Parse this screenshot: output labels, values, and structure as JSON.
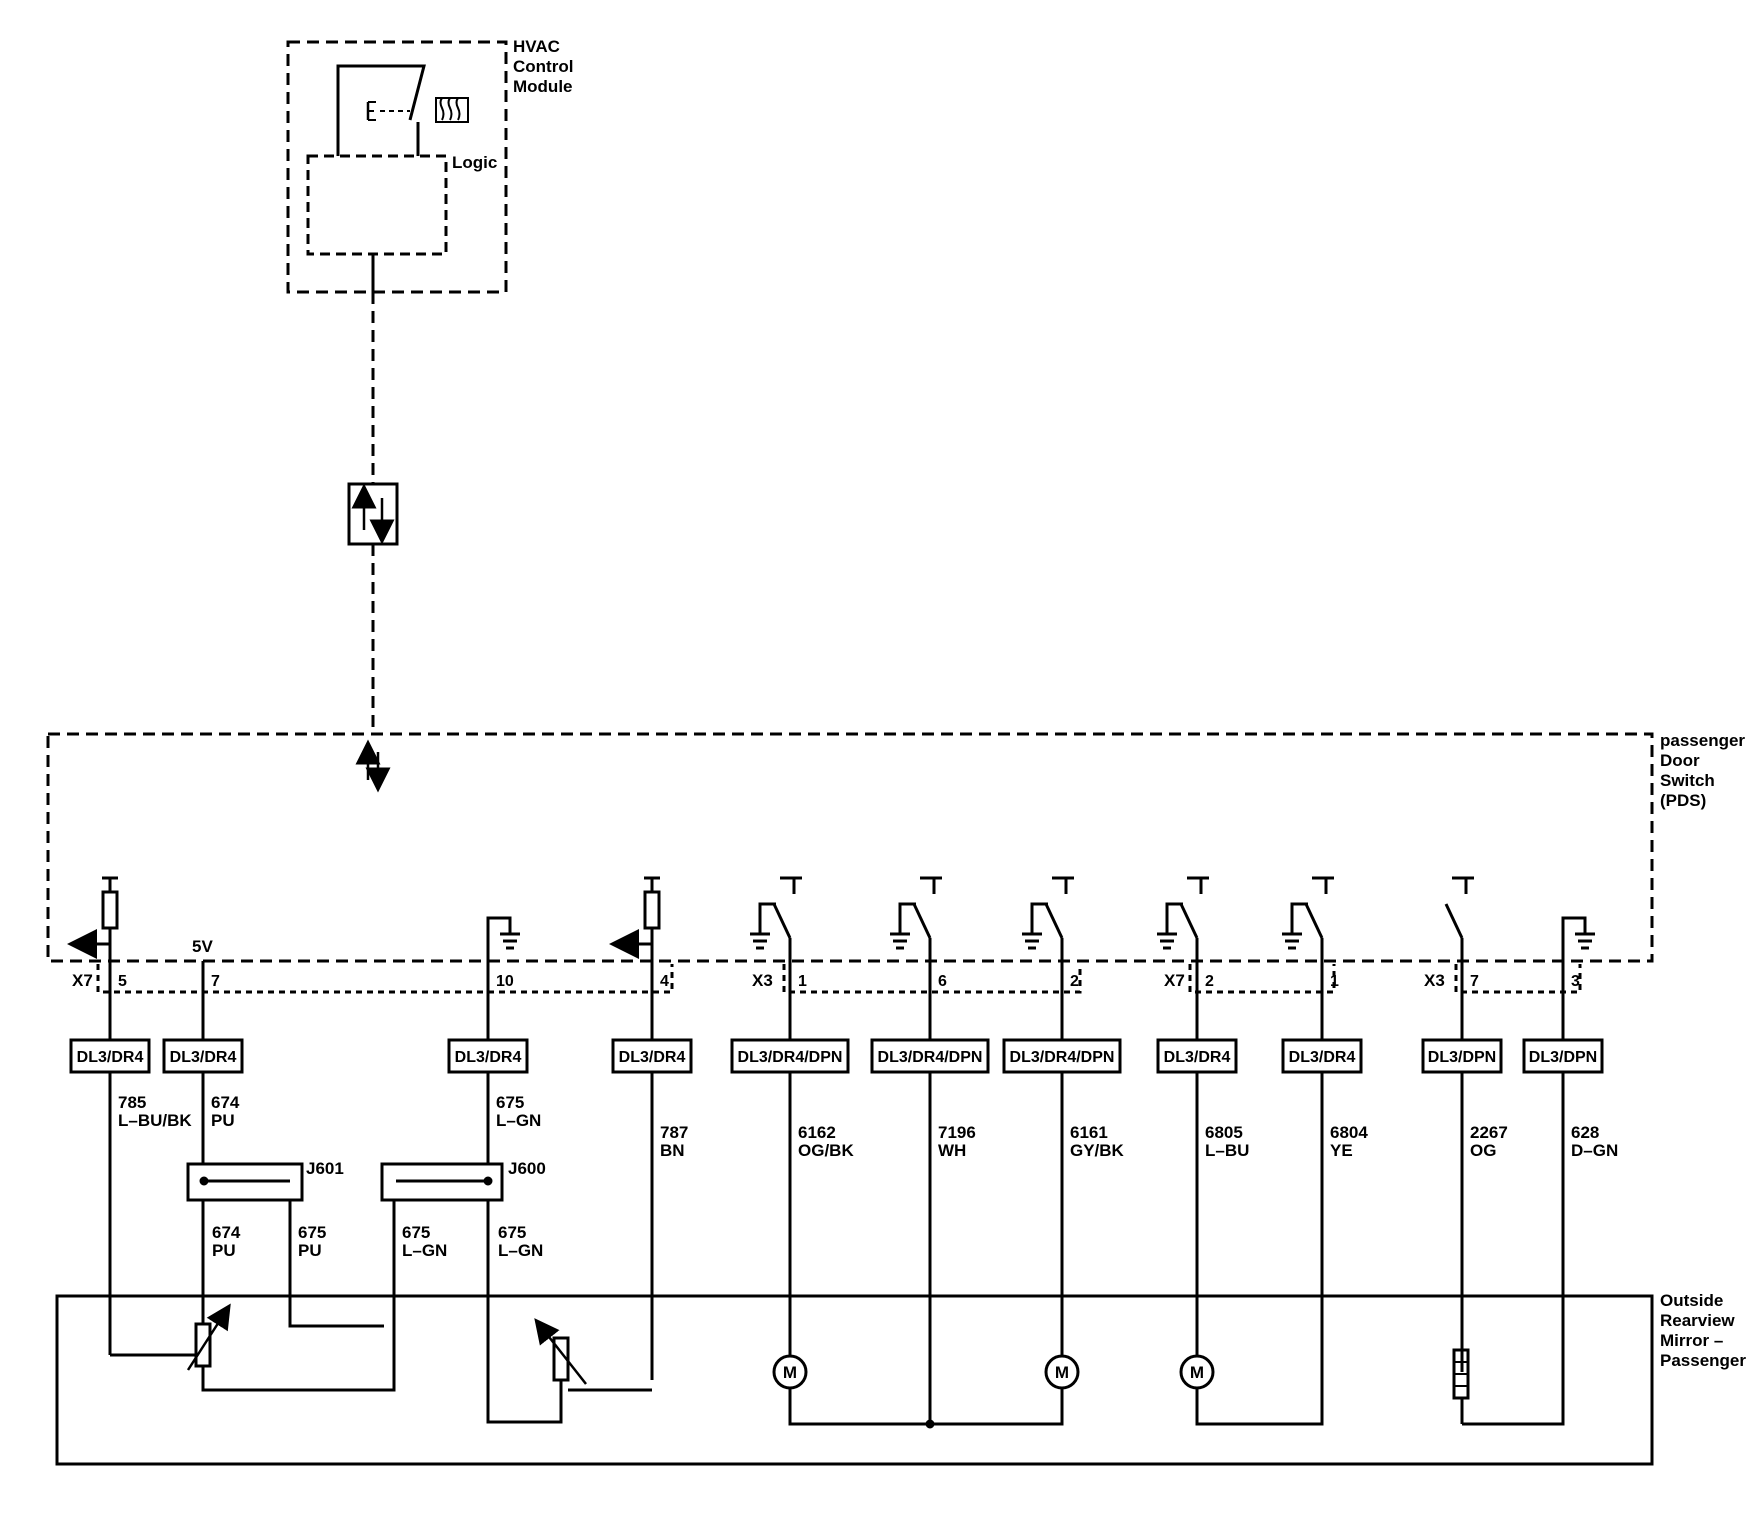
{
  "hvac_module": {
    "lines": [
      "HVAC",
      "Control",
      "Module"
    ],
    "logic_label": "Logic"
  },
  "pds_module": {
    "lines": [
      "passenger",
      "Door",
      "Switch",
      "(PDS)"
    ]
  },
  "mirror_module": {
    "lines": [
      "Outside",
      "Rearview",
      "Mirror –",
      "Passenger"
    ]
  },
  "voltage_label": "5V",
  "connectors": [
    {
      "id": "X7",
      "label": "X7"
    },
    {
      "id": "X3a",
      "label": "X3"
    },
    {
      "id": "X7b",
      "label": "X7"
    },
    {
      "id": "X3b",
      "label": "X3"
    }
  ],
  "pins": [
    "5",
    "7",
    "10",
    "4",
    "1",
    "6",
    "2",
    "2",
    "1",
    "7",
    "3"
  ],
  "options": [
    "DL3/DR4",
    "DL3/DR4",
    "DL3/DR4",
    "DL3/DR4",
    "DL3/DR4/DPN",
    "DL3/DR4/DPN",
    "DL3/DR4/DPN",
    "DL3/DR4",
    "DL3/DR4",
    "DL3/DPN",
    "DL3/DPN"
  ],
  "upper_wires": [
    {
      "circuit": "785",
      "color": "L–BU/BK"
    },
    {
      "circuit": "674",
      "color": "PU"
    },
    {
      "circuit": "675",
      "color": "L–GN"
    },
    {
      "circuit": "787",
      "color": "BN"
    },
    {
      "circuit": "6162",
      "color": "OG/BK"
    },
    {
      "circuit": "7196",
      "color": "WH"
    },
    {
      "circuit": "6161",
      "color": "GY/BK"
    },
    {
      "circuit": "6805",
      "color": "L–BU"
    },
    {
      "circuit": "6804",
      "color": "YE"
    },
    {
      "circuit": "2267",
      "color": "OG"
    },
    {
      "circuit": "628",
      "color": "D–GN"
    }
  ],
  "splices": [
    {
      "id": "J601",
      "label": "J601"
    },
    {
      "id": "J600",
      "label": "J600"
    }
  ],
  "lower_wires": [
    {
      "circuit": "674",
      "color": "PU"
    },
    {
      "circuit": "675",
      "color": "PU"
    },
    {
      "circuit": "675",
      "color": "L–GN"
    },
    {
      "circuit": "675",
      "color": "L–GN"
    }
  ],
  "motor_symbol": "M"
}
